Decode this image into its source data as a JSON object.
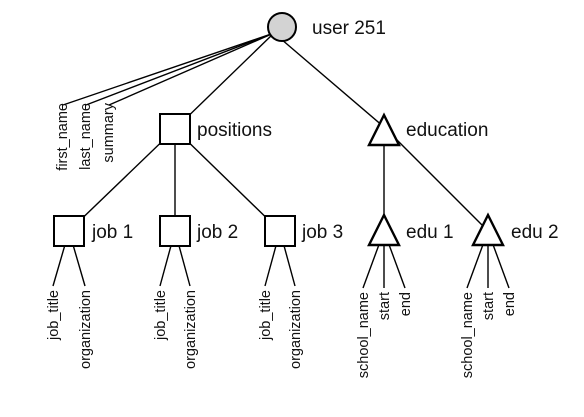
{
  "colors": {
    "root_fill": "#d3d3d3",
    "stroke": "#000000",
    "text": "#111111"
  },
  "root": {
    "label": "user 251",
    "shape": "circle",
    "attributes": [
      "first_name",
      "last_name",
      "summary"
    ]
  },
  "positions": {
    "label": "positions",
    "shape": "square",
    "jobs": [
      {
        "label": "job 1",
        "shape": "square",
        "attributes": [
          "job_title",
          "organization"
        ]
      },
      {
        "label": "job 2",
        "shape": "square",
        "attributes": [
          "job_title",
          "organization"
        ]
      },
      {
        "label": "job 3",
        "shape": "square",
        "attributes": [
          "job_title",
          "organization"
        ]
      }
    ]
  },
  "education": {
    "label": "education",
    "shape": "triangle",
    "edus": [
      {
        "label": "edu 1",
        "shape": "triangle",
        "attributes": [
          "school_name",
          "start",
          "end"
        ]
      },
      {
        "label": "edu 2",
        "shape": "triangle",
        "attributes": [
          "school_name",
          "start",
          "end"
        ]
      }
    ]
  }
}
